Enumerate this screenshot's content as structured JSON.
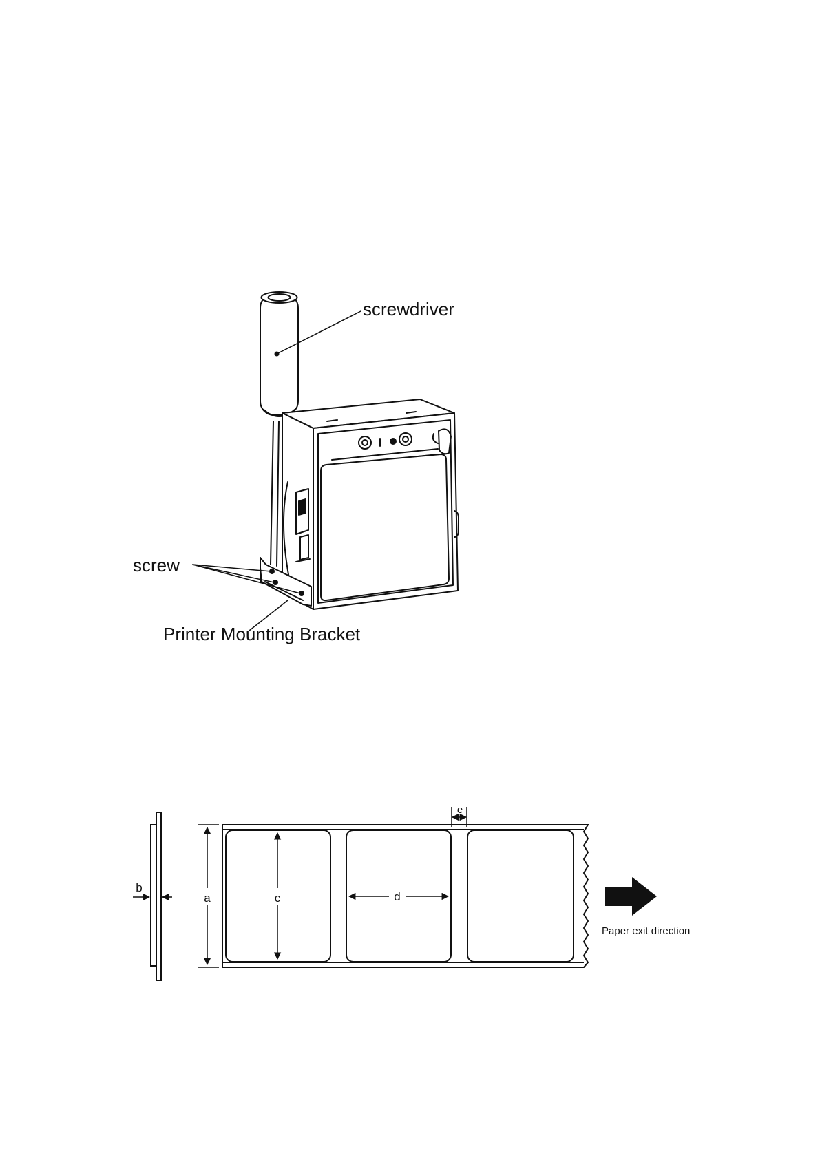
{
  "header": {
    "rule_color": "#7a2a20"
  },
  "figure_printer": {
    "labels": {
      "screwdriver": "screwdriver",
      "screw": "screw",
      "bracket": "Printer Mounting Bracket"
    },
    "icons": [
      "screwdriver-icon",
      "printer-icon",
      "screw-icon",
      "bracket-icon"
    ]
  },
  "figure_labels": {
    "dimensions": {
      "a": "a",
      "b": "b",
      "c": "c",
      "d": "d",
      "e": "e"
    },
    "direction_label": "Paper exit direction",
    "icons": [
      "arrow-right-icon"
    ]
  }
}
